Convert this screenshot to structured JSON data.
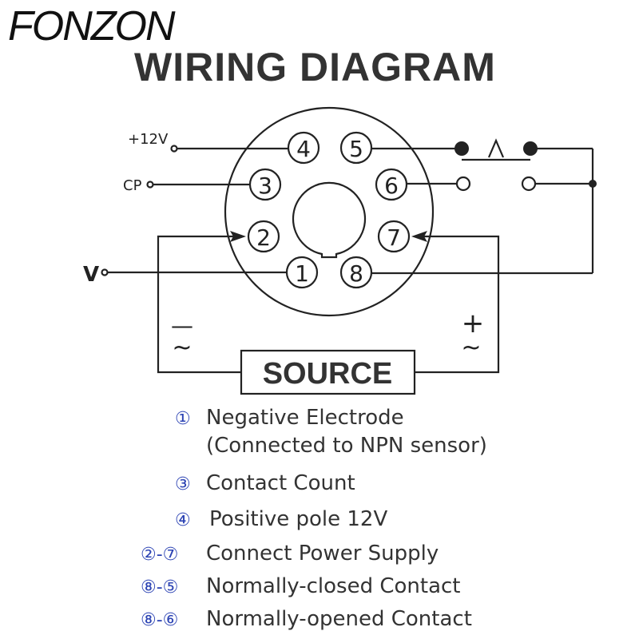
{
  "brand": "FONZON",
  "title": "WIRING DIAGRAM",
  "diagram": {
    "pins": [
      "1",
      "2",
      "3",
      "4",
      "5",
      "6",
      "7",
      "8"
    ],
    "terminals": {
      "plus12v": "+12V",
      "cp": "CP",
      "v": "V"
    },
    "source_label": "SOURCE",
    "minus_sign": "—",
    "plus_sign": "+",
    "tilde": "~"
  },
  "legend": [
    {
      "ref": "①",
      "text": "Negative Electrode",
      "text2": "(Connected to NPN sensor)"
    },
    {
      "ref": "③",
      "text": "Contact Count"
    },
    {
      "ref": "④",
      "text": "Positive pole 12V"
    },
    {
      "ref": "②-⑦",
      "text": "Connect Power Supply"
    },
    {
      "ref": "⑧-⑤",
      "text": "Normally-closed Contact"
    },
    {
      "ref": "⑧-⑥",
      "text": "Normally-opened Contact"
    }
  ],
  "colors": {
    "line": "#222222",
    "legend_ref": "#2d44b4"
  }
}
